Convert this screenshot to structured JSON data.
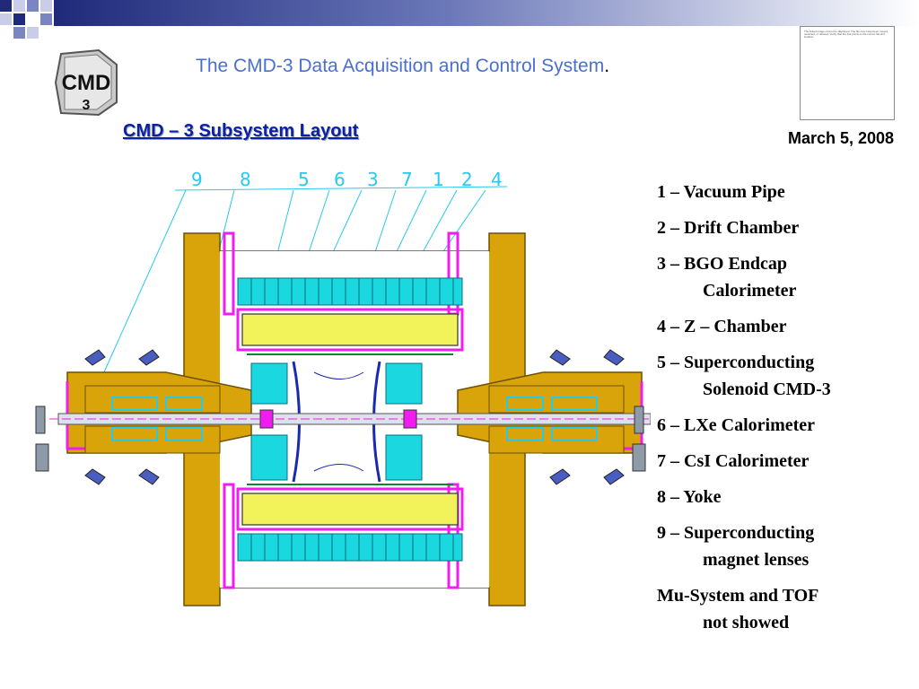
{
  "header": {
    "title": "The CMD-3 Data Acquisition and Control System",
    "title_period": ".",
    "subtitle": "CMD – 3 Subsystem Layout",
    "date": "March 5, 2008",
    "logo_text": "CMD 3",
    "thumbnail_text": "The linked image cannot be displayed. The file may have been moved, renamed, or deleted. Verify that the link points to the correct file and location."
  },
  "diagram": {
    "callout_numbers": [
      "9",
      "8",
      "5",
      "6",
      "3",
      "7",
      "1",
      "2",
      "4"
    ]
  },
  "legend": {
    "items": [
      {
        "line1": "1 – Vacuum Pipe",
        "line2": ""
      },
      {
        "line1": "2 – Drift  Chamber",
        "line2": ""
      },
      {
        "line1": "3 – BGO Endcap",
        "line2": "Calorimeter"
      },
      {
        "line1": "4 – Z – Chamber",
        "line2": ""
      },
      {
        "line1": "5 – Superconducting",
        "line2": "Solenoid CMD-3"
      },
      {
        "line1": "6 – LXe Calorimeter",
        "line2": ""
      },
      {
        "line1": "7 – CsI Calorimeter",
        "line2": ""
      },
      {
        "line1": "8 – Yoke",
        "line2": ""
      },
      {
        "line1": "9 – Superconducting",
        "line2": "magnet lenses"
      },
      {
        "line1": "Mu-System and TOF",
        "line2": "not showed"
      }
    ]
  },
  "colors": {
    "title_blue": "#4a6fd0",
    "subtitle_blue": "#0c1fa8",
    "yoke_gold": "#d9a40a",
    "csi_cyan": "#1ad7e0",
    "lxe_yellow": "#f2f25a",
    "magenta": "#f01cf0",
    "deco_navy": "#1f2a7a"
  }
}
